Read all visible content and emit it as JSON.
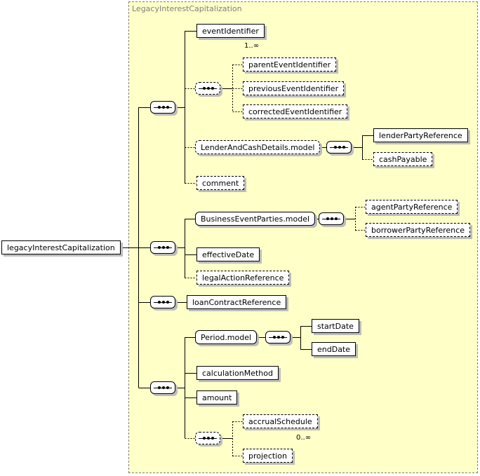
{
  "diagram": {
    "type_name": "LegacyInterestCapitalization",
    "root": "legacyInterestCapitalization",
    "elements": {
      "eventIdentifier": "eventIdentifier",
      "eventIdentifier_card": "1..∞",
      "parentEventIdentifier": "parentEventIdentifier",
      "previousEventIdentifier": "previousEventIdentifier",
      "correctedEventIdentifier": "correctedEventIdentifier",
      "lenderAndCash": "LenderAndCashDetails.model",
      "lenderPartyReference": "lenderPartyReference",
      "cashPayable": "cashPayable",
      "comment": "comment",
      "businessEventParties": "BusinessEventParties.model",
      "agentPartyReference": "agentPartyReference",
      "borrowerPartyReference": "borrowerPartyReference",
      "effectiveDate": "effectiveDate",
      "legalActionReference": "legalActionReference",
      "loanContractReference": "loanContractReference",
      "periodModel": "Period.model",
      "startDate": "startDate",
      "endDate": "endDate",
      "calculationMethod": "calculationMethod",
      "amount": "amount",
      "accrualSchedule": "accrualSchedule",
      "accrualSchedule_card": "0..∞",
      "projection": "projection"
    }
  }
}
